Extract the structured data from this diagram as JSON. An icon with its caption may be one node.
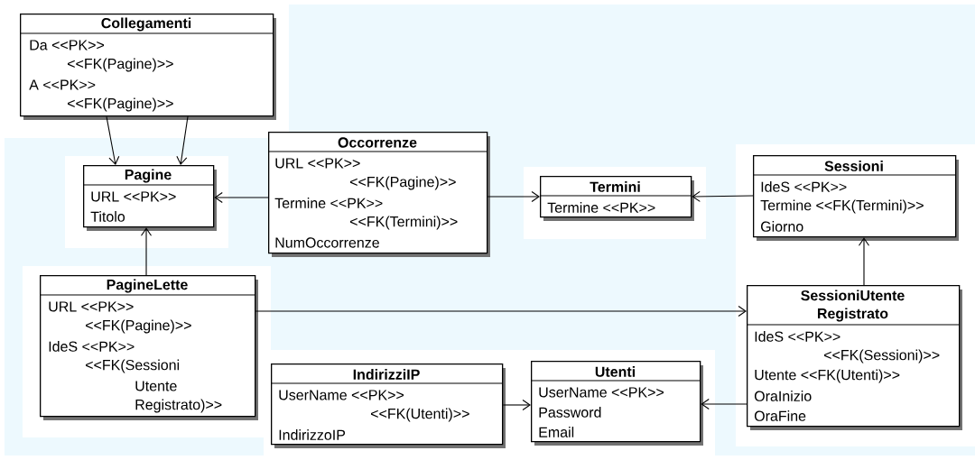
{
  "diagram": {
    "nodes": [
      {
        "text": [
          "Collegamenti",
          "Da <<PK>>",
          "<<FK(Pagine)>>",
          "A <<PK>>",
          "<<FK(Pagine)>>"
        ]
      },
      {
        "text": [
          "Pagine",
          "URL <<PK>>",
          "Titolo"
        ]
      },
      {
        "text": [
          "Occorrenze",
          "URL <<PK>>",
          "<<FK(Pagine)>>",
          "Termine <<PK>>",
          "<<FK(Termini)>>",
          "NumOccorrenze"
        ]
      },
      {
        "text": [
          "Termini",
          "Termine <<PK>>"
        ]
      },
      {
        "text": [
          "Sessioni",
          "IdeS <<PK>>",
          "Termine <<FK(Termini)>>",
          "Giorno"
        ]
      },
      {
        "text": [
          "PagineLette",
          "URL <<PK>>",
          "<<FK(Pagine)>>",
          "IdeS <<PK>>",
          "<<FK(Sessioni",
          "Utente",
          "Registrato)>>"
        ]
      },
      {
        "text": [
          "SessioniUtente Registrato",
          "IdeS <<PK>>",
          "<<FK(Sessioni)>>",
          "Utente <<FK(Utenti)>>",
          "OraInizio",
          "OraFine"
        ]
      },
      {
        "text": [
          "IndirizziIP",
          "UserName <<PK>>",
          "<<FK(Utenti)>>",
          "IndirizzoIP"
        ]
      },
      {
        "text": [
          "Utenti",
          "UserName <<PK>>",
          "Password",
          "Email"
        ]
      }
    ],
    "edges": [
      {
        "from": 0,
        "to": 1,
        "arrow": "to"
      },
      {
        "from": 0,
        "to": 1,
        "arrow": "to"
      },
      {
        "from": 2,
        "to": 1,
        "arrow": "to"
      },
      {
        "from": 2,
        "to": 3,
        "arrow": "to"
      },
      {
        "from": 4,
        "to": 3,
        "arrow": "to"
      },
      {
        "from": 5,
        "to": 1,
        "arrow": "to"
      },
      {
        "from": 5,
        "to": 6,
        "arrow": "to"
      },
      {
        "from": 6,
        "to": 4,
        "arrow": "to"
      },
      {
        "from": 7,
        "to": 8,
        "arrow": "to"
      },
      {
        "from": 6,
        "to": 8,
        "arrow": "to"
      }
    ]
  }
}
